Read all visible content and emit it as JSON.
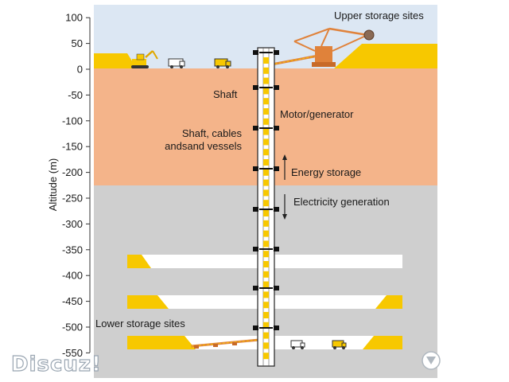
{
  "diagram": {
    "axis": {
      "title": "Altitude (m)",
      "ticks": [
        "100",
        "50",
        "0",
        "-50",
        "-100",
        "-150",
        "-200",
        "-250",
        "-300",
        "-350",
        "-400",
        "-450",
        "-500",
        "-550"
      ]
    },
    "labels": {
      "upper_storage": "Upper storage sites",
      "shaft": "Shaft",
      "motor_generator": "Motor/generator",
      "shaft_cables_line1": "Shaft, cables",
      "shaft_cables_line2": "andsand vessels",
      "energy_storage": "Energy storage",
      "electricity_generation": "Electricity generation",
      "lower_storage": "Lower storage sites"
    },
    "colors": {
      "sky": "#dce7f3",
      "soil": "#f4b48a",
      "rock": "#cfcfcf",
      "sand": "#f7c800",
      "machine": "#e0823a"
    }
  },
  "watermark": {
    "text": "Discuz!"
  }
}
